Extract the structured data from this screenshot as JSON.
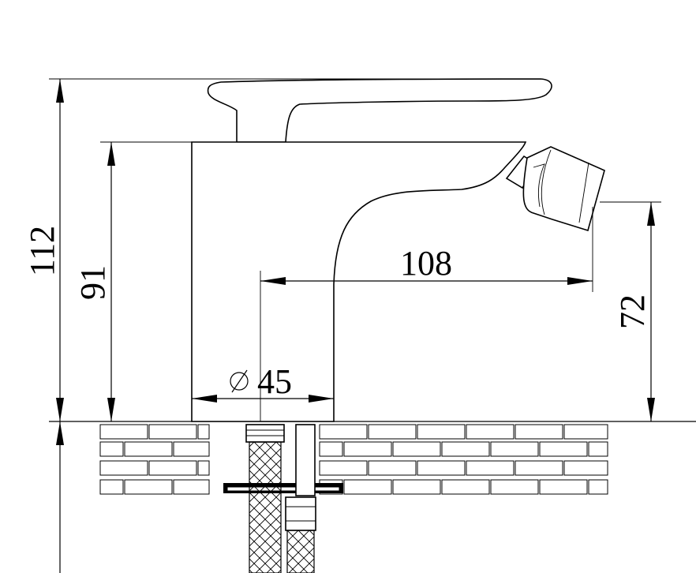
{
  "dimensions": {
    "total_height": "112",
    "body_height": "91",
    "spout_reach": "108",
    "spray_height": "72",
    "base_diameter_symbol": "⌀",
    "base_diameter": "45"
  },
  "colors": {
    "line": "#000000",
    "background": "#ffffff"
  }
}
